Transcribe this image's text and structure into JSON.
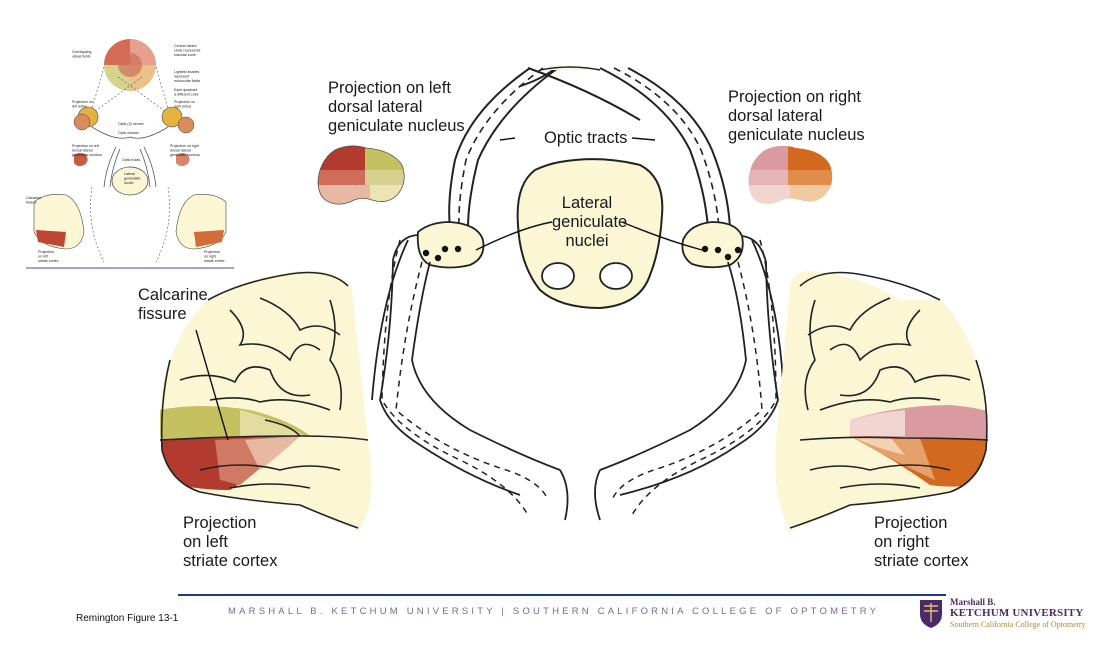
{
  "labels": {
    "proj_left_dlgn": [
      "Projection on left",
      "dorsal lateral",
      "geniculate nucleus"
    ],
    "proj_right_dlgn": [
      "Projection on right",
      "dorsal lateral",
      "geniculate nucleus"
    ],
    "optic_tracts": "Optic tracts",
    "lgn": [
      "Lateral",
      "geniculate",
      "nuclei"
    ],
    "calcarine": [
      "Calcarine",
      "fissure"
    ],
    "proj_left_cortex": [
      "Projection",
      "on left",
      "striate cortex"
    ],
    "proj_right_cortex": [
      "Projection",
      "on right",
      "striate cortex"
    ]
  },
  "thumbnail": {
    "overlapping": [
      "Overlapping",
      "visual fields"
    ],
    "central": [
      "Central darker",
      "circle represents",
      "macular zone"
    ],
    "lightest": [
      "Lightest shades",
      "represent",
      "monocular fields"
    ],
    "quadrant": [
      "Each quadrant",
      "a different color"
    ],
    "left_retina": [
      "Projection on",
      "left retina"
    ],
    "right_retina": [
      "Projection on",
      "right retina"
    ],
    "optic_nerves": "Optic (II) nerves",
    "optic_chiasm": "Optic chiasm",
    "left_dlgn": [
      "Projection on left",
      "dorsal lateral",
      "geniculate nucleus"
    ],
    "right_dlgn": [
      "Projection on right",
      "dorsal lateral",
      "geniculate nucleus"
    ],
    "optic_tracts": "Optic tracts",
    "lgn": [
      "Lateral",
      "geniculate",
      "nuclei"
    ],
    "calcarine": [
      "Calcarine",
      "fissure"
    ],
    "left_cortex": [
      "Projection",
      "on left",
      "striate cortex"
    ],
    "right_cortex": [
      "Projection",
      "on right",
      "striate cortex"
    ]
  },
  "footer": {
    "citation": "Remington Figure 13-1",
    "institution": "MARSHALL B. KETCHUM UNIVERSITY  |  SOUTHERN CALIFORNIA COLLEGE OF OPTOMETRY",
    "brand_line1": "Marshall B.",
    "brand_line2": "KETCHUM UNIVERSITY",
    "brand_line3": "Southern California College of Optometry"
  },
  "colors": {
    "cream": "#fbf6d3",
    "dark_red": "#b23a2e",
    "olive": "#c6c160",
    "orange": "#d2691e",
    "pink": "#d99aa0",
    "rule": "#1f3a93",
    "brand": "#4b2a6b"
  }
}
